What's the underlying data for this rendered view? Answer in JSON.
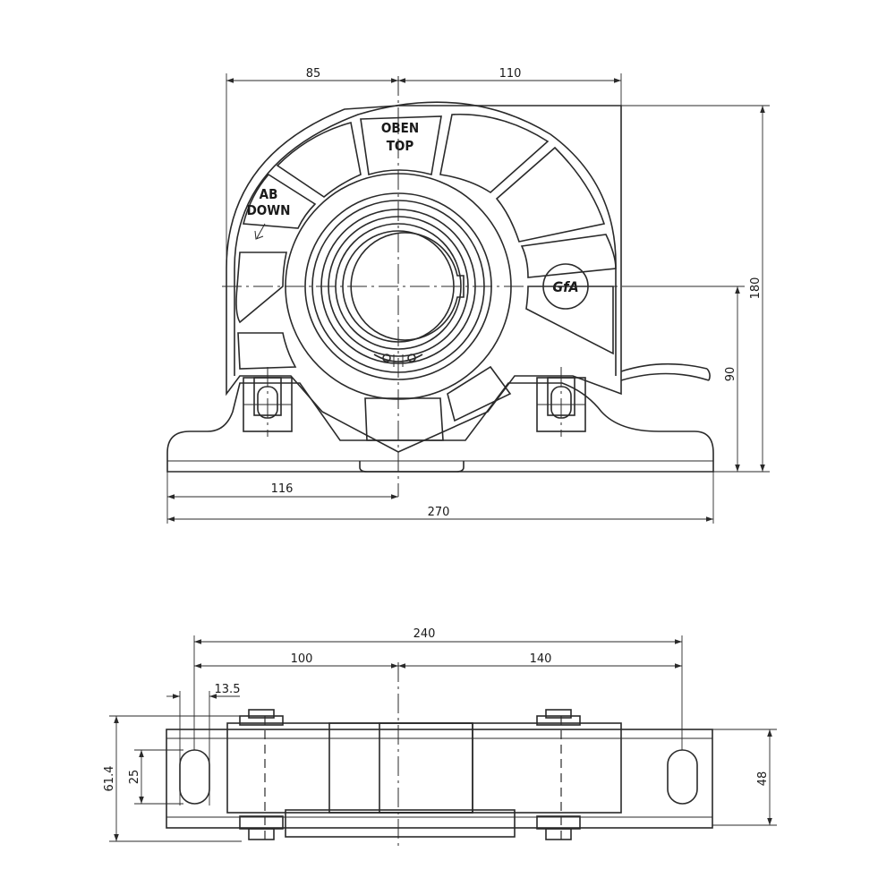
{
  "labels": {
    "top_mark_line1": "OBEN",
    "top_mark_line2": "TOP",
    "down_mark_line1": "AB",
    "down_mark_line2": "DOWN",
    "logo_text": "GfA"
  },
  "dimensions": {
    "front_width_left": "85",
    "front_width_right": "110",
    "front_height_total": "180",
    "front_height_shaft": "90",
    "front_base_left": "116",
    "front_base_total": "270",
    "plan_total": "240",
    "plan_left": "100",
    "plan_right": "140",
    "plan_slot": "13.5",
    "plan_depth": "61.4",
    "plan_slot_length": "25",
    "plan_height_right": "48"
  }
}
